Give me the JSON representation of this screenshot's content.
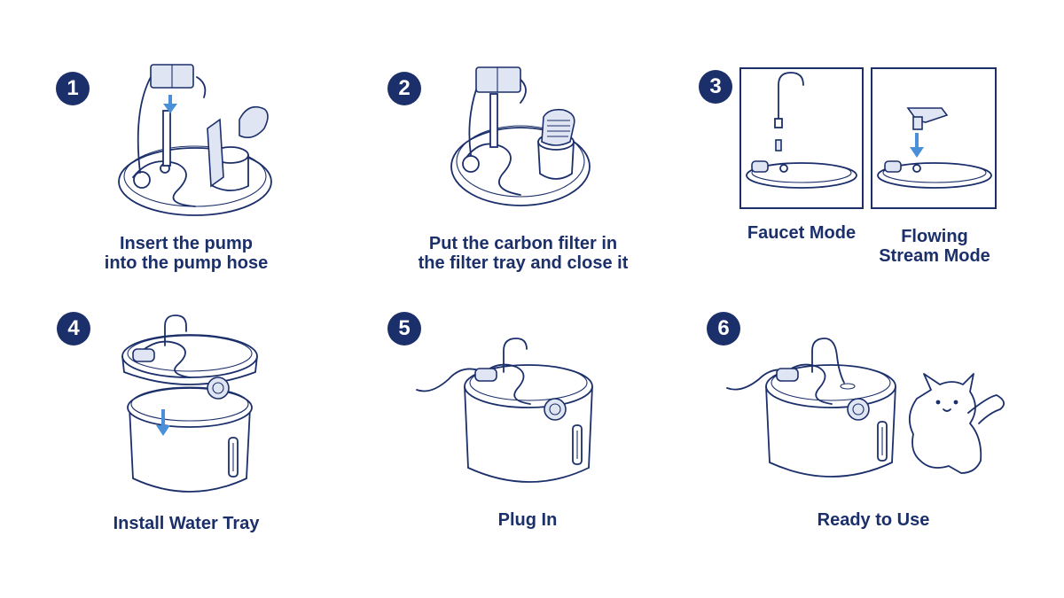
{
  "steps": [
    {
      "number": "1",
      "caption_line1": "Insert the pump",
      "caption_line2": "into the pump hose"
    },
    {
      "number": "2",
      "caption_line1": "Put the carbon filter in",
      "caption_line2": "the filter tray and close it"
    },
    {
      "number": "3",
      "modes": [
        {
          "line1": "Faucet Mode",
          "line2": ""
        },
        {
          "line1": "Flowing",
          "line2": "Stream Mode"
        }
      ]
    },
    {
      "number": "4",
      "caption_line1": "Install Water Tray",
      "caption_line2": ""
    },
    {
      "number": "5",
      "caption_line1": "Plug In",
      "caption_line2": ""
    },
    {
      "number": "6",
      "caption_line1": "Ready to Use",
      "caption_line2": ""
    }
  ],
  "colors": {
    "primary": "#1b2f6b",
    "arrow": "#4a90d9"
  }
}
